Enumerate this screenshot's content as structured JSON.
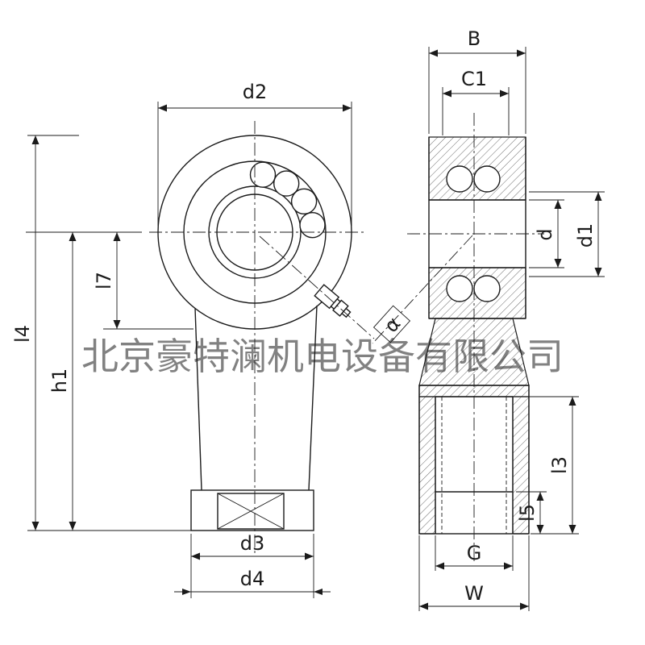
{
  "watermark": {
    "text": "北京豪特澜机电设备有限公司",
    "color": "#d49a5c"
  },
  "labels": {
    "d2": "d2",
    "l7": "l7",
    "h1": "h1",
    "l4": "l4",
    "d3": "d3",
    "d4": "d4",
    "B": "B",
    "C1": "C1",
    "d": "d",
    "d1": "d1",
    "alpha": "α",
    "l3": "l3",
    "l5": "l5",
    "G": "G",
    "W": "W"
  },
  "colors": {
    "line": "#1b1b1b",
    "background": "#ffffff"
  }
}
